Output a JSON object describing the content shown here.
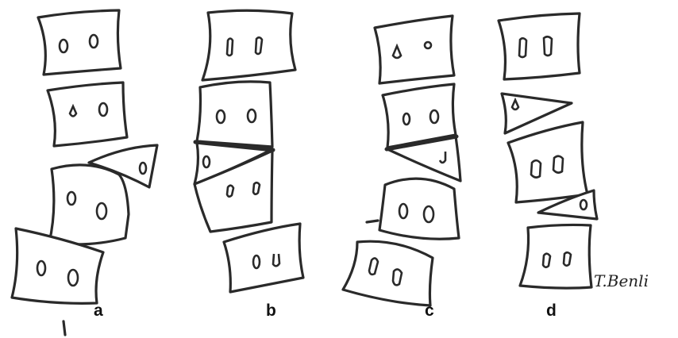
{
  "panels": [
    {
      "label": "a"
    },
    {
      "label": "b"
    },
    {
      "label": "c"
    },
    {
      "label": "d"
    }
  ],
  "signature": "T.Benli"
}
